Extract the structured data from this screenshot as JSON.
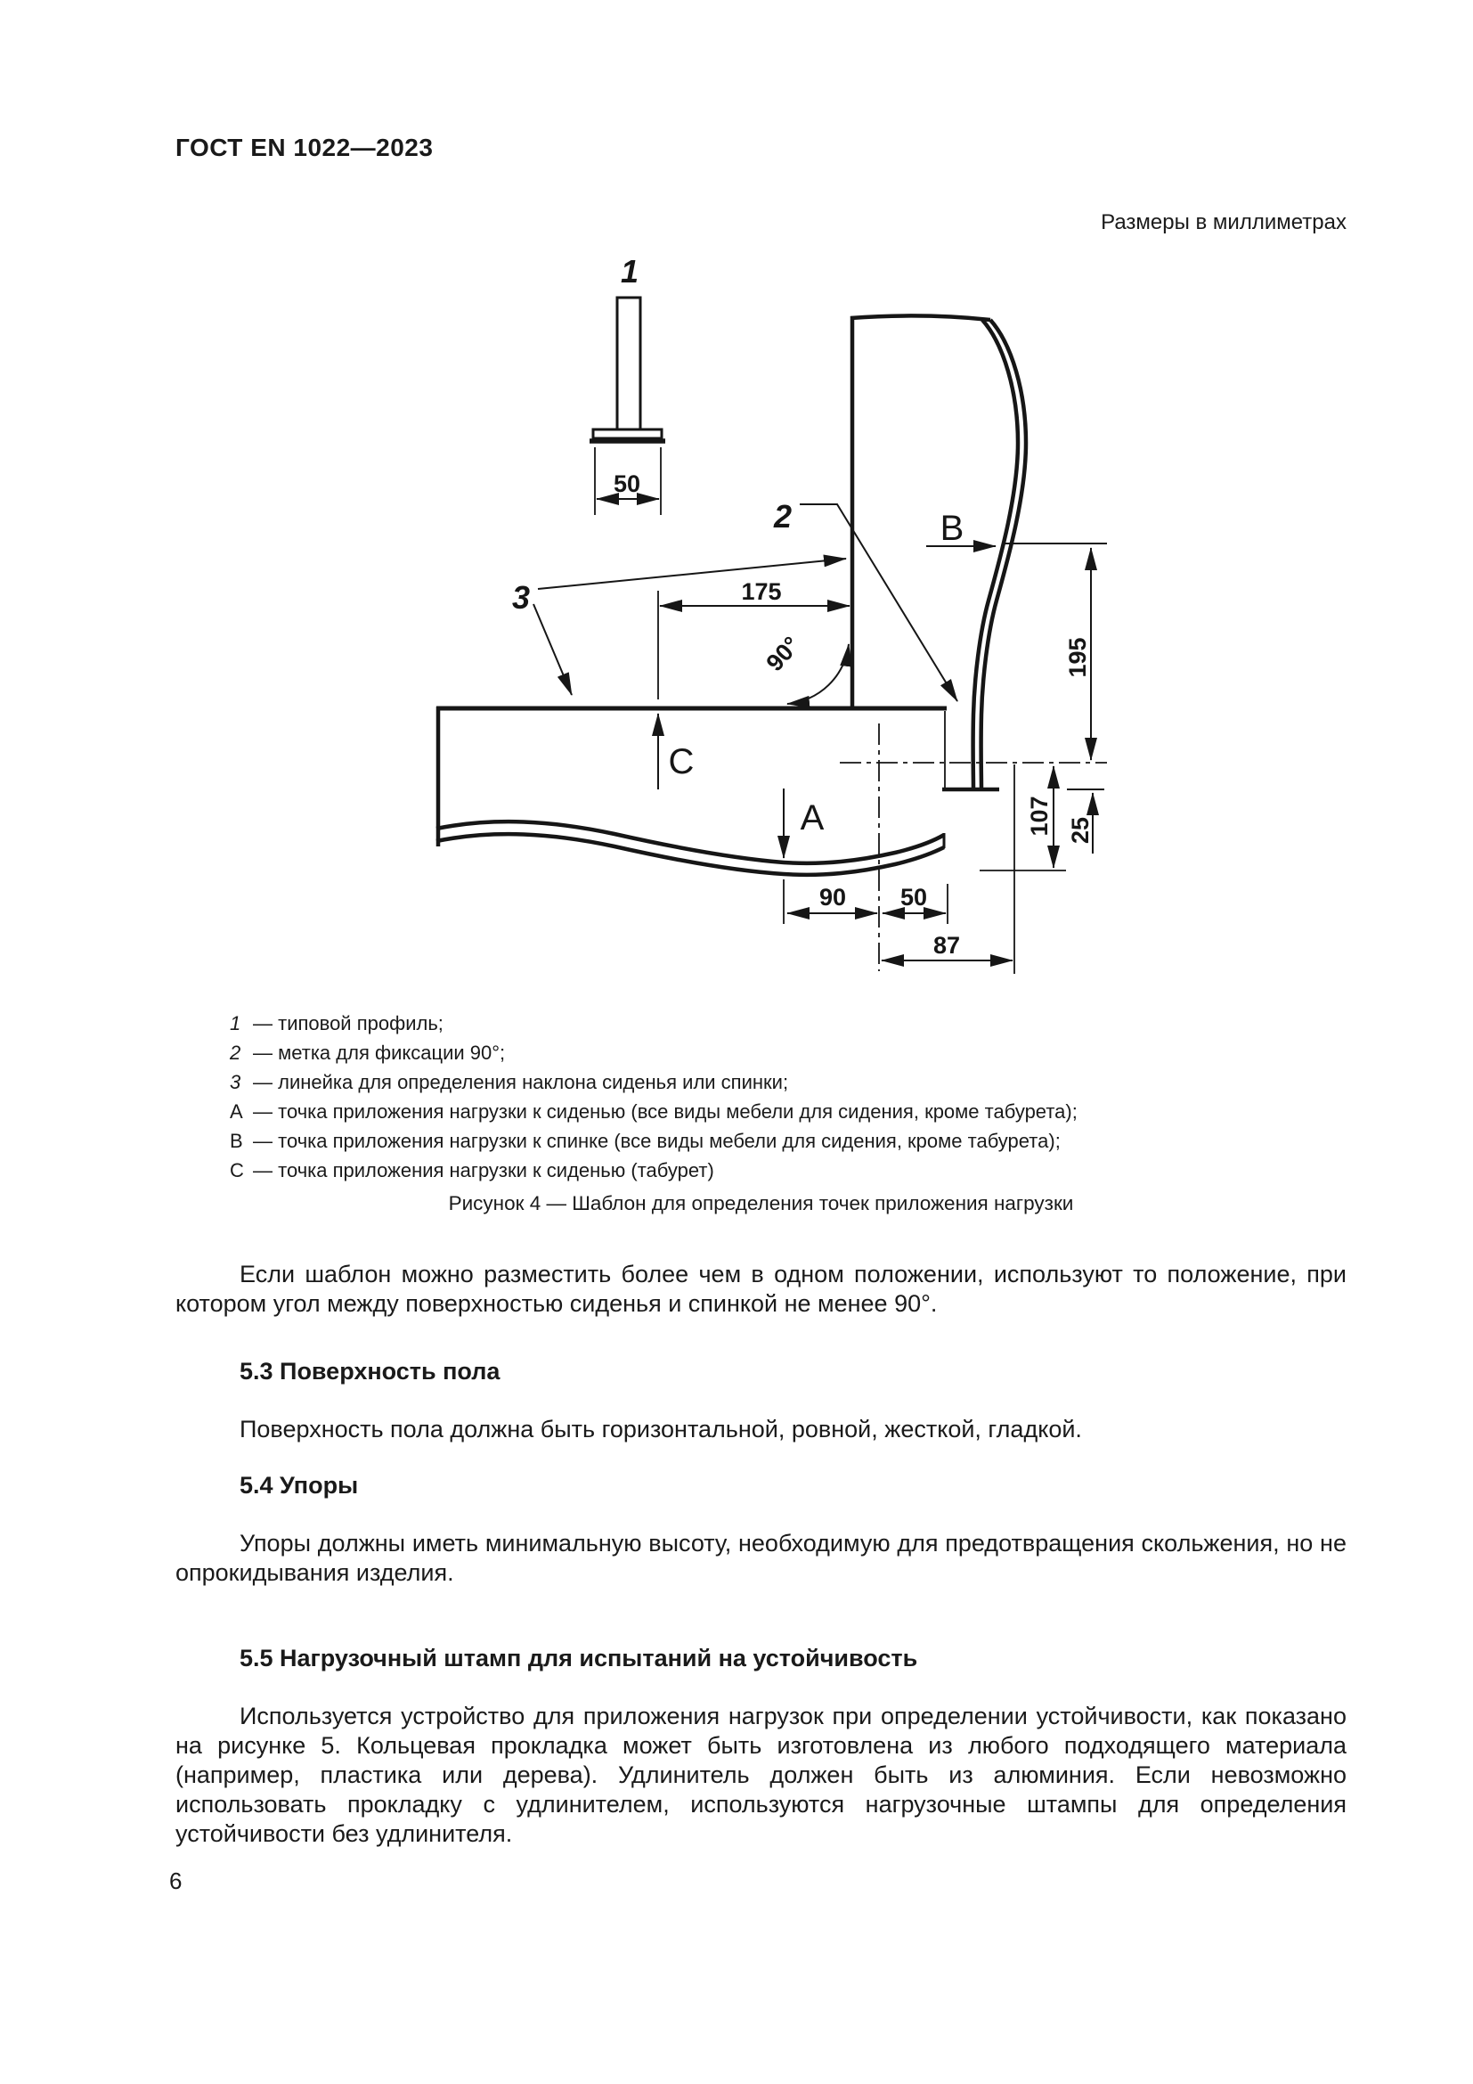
{
  "page": {
    "header": "ГОСТ EN 1022—2023",
    "units_note": "Размеры в миллиметрах",
    "page_number": "6"
  },
  "figure": {
    "caption": "Рисунок 4 — Шаблон для определения точек приложения нагрузки",
    "legend": [
      {
        "k": "1",
        "t": "— типовой профиль;"
      },
      {
        "k": "2",
        "t": "— метка для фиксации 90°;"
      },
      {
        "k": "3",
        "t": "— линейка для определения наклона сиденья или спинки;"
      },
      {
        "k": "А",
        "t": "— точка приложения нагрузки к сиденью (все виды мебели для сидения, кроме табурета);"
      },
      {
        "k": "В",
        "t": "— точка приложения нагрузки к спинке (все виды мебели для сидения, кроме табурета);"
      },
      {
        "k": "С",
        "t": "— точка приложения нагрузки к сиденью (табурет)"
      }
    ],
    "labels": {
      "n1": "1",
      "n2": "2",
      "n3": "3",
      "a": "А",
      "b": "В",
      "c": "С"
    },
    "dims": {
      "profile_width": "50",
      "ruler_to_back": "175",
      "angle": "90°",
      "back_height": "195",
      "under_seat": "107",
      "back_offset": "25",
      "seat_front": "90",
      "seat_back": "50",
      "seat_total": "87"
    }
  },
  "intro": {
    "text": "Если шаблон можно разместить более чем в одном положении, используют то положение, при котором угол между поверхностью сиденья и спинкой не менее 90°."
  },
  "sections": [
    {
      "heading": "5.3 Поверхность пола",
      "body": "Поверхность пола должна быть горизонтальной, ровной, жесткой, гладкой."
    },
    {
      "heading": "5.4 Упоры",
      "body": "Упоры должны иметь минимальную высоту, необходимую для предотвращения скольжения, но не опрокидывания изделия."
    },
    {
      "heading": "5.5 Нагрузочный штамп для испытаний на устойчивость",
      "body": "Используется устройство для приложения нагрузок при определении устойчивости, как показано на рисунке 5. Кольцевая прокладка может быть изготовлена из любого подходящего материала (например, пластика или дерева). Удлинитель должен быть из алюминия. Если невозможно использовать прокладку с удлинителем, используются нагрузочные штампы для определения устойчивости без удлинителя."
    }
  ]
}
